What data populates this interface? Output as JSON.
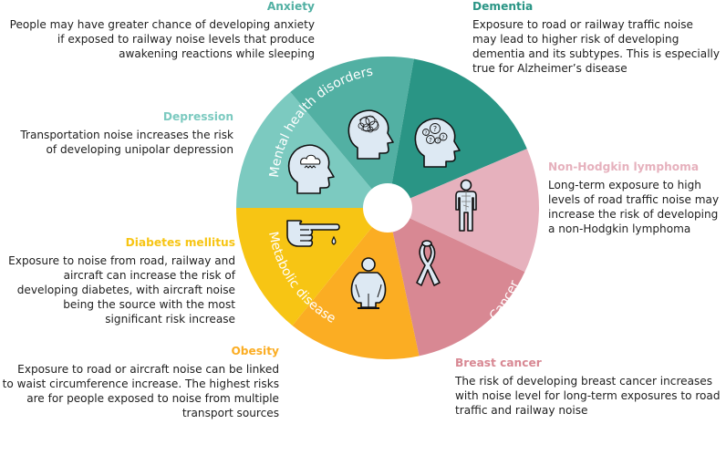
{
  "colors": {
    "depression": "#7ccac0",
    "anxiety": "#52b0a3",
    "dementia": "#2a9585",
    "nhl": "#e6b1bd",
    "breast_cancer": "#d88893",
    "obesity": "#fbad23",
    "diabetes": "#f7c514",
    "icon_fill": "#dde9f3"
  },
  "wheel": {
    "group_labels": {
      "mental": "Mental health disorders",
      "cancer": "Cancer",
      "metabolic": "Metabolic disease"
    }
  },
  "conditions": {
    "anxiety": {
      "title": "Anxiety",
      "lines": [
        "People may have greater chance of developing anxiety",
        "if exposed to railway noise levels that produce",
        "awakening reactions while sleeping"
      ]
    },
    "dementia": {
      "title": "Dementia",
      "lines": [
        "Exposure to road or railway traffic noise",
        "may lead to higher risk of developing",
        "dementia and its subtypes. This is especially",
        "true for Alzheimer’s disease"
      ]
    },
    "depression": {
      "title": "Depression",
      "lines": [
        "Transportation noise increases the risk",
        "of developing unipolar depression"
      ]
    },
    "nhl": {
      "title": "Non-Hodgkin lymphoma",
      "lines": [
        "Long-term exposure to high",
        "levels of road traffic noise may",
        "increase the risk of developing",
        "a non-Hodgkin lymphoma"
      ]
    },
    "diabetes": {
      "title": "Diabetes mellitus",
      "lines": [
        "Exposure to noise from road, railway and",
        "aircraft can increase the risk of",
        "developing diabetes, with aircraft noise",
        "being the source with the most",
        "significant risk increase"
      ]
    },
    "obesity": {
      "title": "Obesity",
      "lines": [
        "Exposure to road or aircraft noise can be linked",
        "to waist circumference increase. The highest risks",
        "are for people exposed to noise from multiple",
        "transport sources"
      ]
    },
    "breast_cancer": {
      "title": "Breast cancer",
      "lines": [
        "The risk of developing breast cancer increases",
        "with noise level for long-term exposures to road",
        "traffic and railway noise"
      ]
    }
  }
}
